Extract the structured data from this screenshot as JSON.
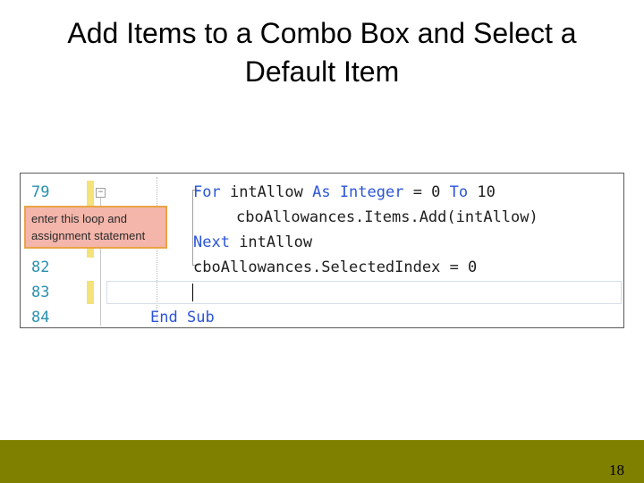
{
  "slide": {
    "title_line1": "Add Items to a Combo Box and Select a",
    "title_line2": "Default Item",
    "page_number": "18"
  },
  "code_editor": {
    "callout": {
      "line1": "enter this loop and",
      "line2": "assignment statement"
    },
    "lines": [
      {
        "num": "79",
        "tokens": [
          "For",
          " intAllow ",
          "As",
          " ",
          "Integer",
          " = 0 ",
          "To",
          " 10"
        ]
      },
      {
        "num": "",
        "tokens": [
          "cboAllowances.Items.Add(intAllow)"
        ]
      },
      {
        "num": "",
        "tokens": [
          "Next",
          " intAllow"
        ]
      },
      {
        "num": "82",
        "tokens": [
          "cboAllowances.SelectedIndex = 0"
        ]
      },
      {
        "num": "83",
        "tokens": []
      },
      {
        "num": "84",
        "tokens": [
          "End",
          " ",
          "Sub"
        ]
      }
    ],
    "colors": {
      "line_number": "#2b91af",
      "keyword": "#2b55d8",
      "changed_marker": "#f4e27a",
      "callout_fill": "#f4b5aa",
      "callout_border": "#e9a446"
    }
  },
  "footer": {
    "bar_color": "#808000"
  }
}
